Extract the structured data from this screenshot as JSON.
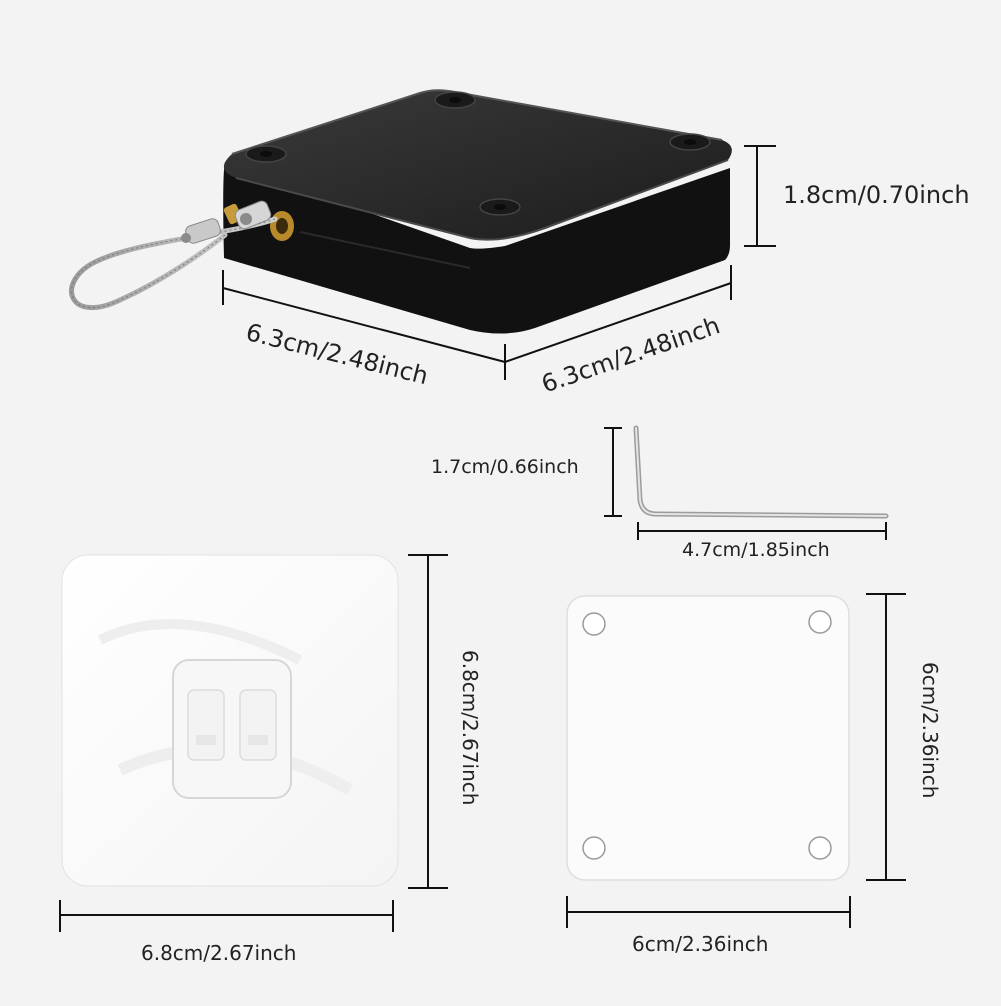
{
  "product": {
    "box": {
      "height_label": "1.8cm/0.70inch",
      "width_label": "6.3cm/2.48inch",
      "depth_label": "6.3cm/2.48inch"
    },
    "hex_key": {
      "height_label": "1.7cm/0.66inch",
      "length_label": "4.7cm/1.85inch"
    },
    "adhesive_pad": {
      "height_label": "6.8cm/2.67inch",
      "width_label": "6.8cm/2.67inch"
    },
    "mounting_plate": {
      "height_label": "6cm/2.36inch",
      "width_label": "6cm/2.36inch"
    }
  },
  "colors": {
    "background": "#f3f3f3",
    "box_top": "#262626",
    "box_side": "#111111",
    "dimension_line": "#111111",
    "pad_white": "#ffffff",
    "plate_white": "#fbfbfb"
  },
  "icons": [
    "wire-loop-icon",
    "brass-eyelet-icon",
    "hex-key-icon",
    "mount-hole-icon"
  ]
}
